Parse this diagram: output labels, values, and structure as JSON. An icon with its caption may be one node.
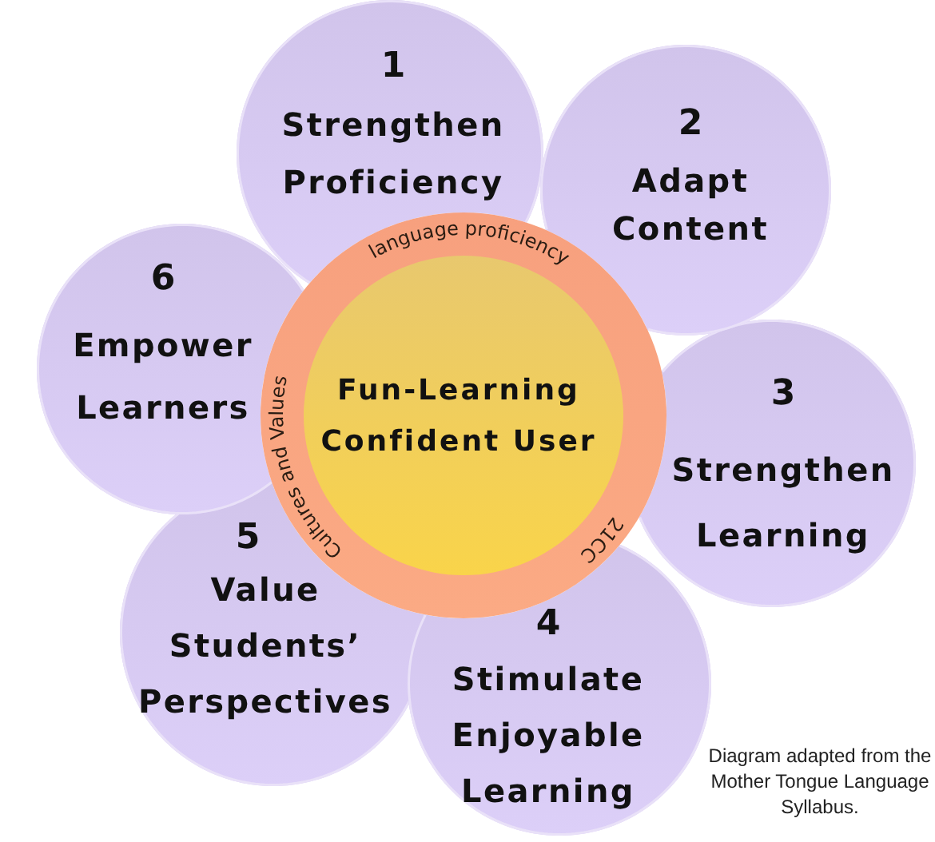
{
  "diagram": {
    "caption": "Diagram adapted from the Mother Tongue Language Syllabus.",
    "nodes": [
      {
        "text": [
          "language proficiency",
          "Cultures and Values",
          "21CC"
        ]
      },
      {
        "text": [
          "Fun-Learning Confident User"
        ],
        "in": 0
      },
      {
        "text": [
          "1",
          "Strengthen Proficiency"
        ]
      },
      {
        "text": [
          "2",
          "Adapt Content"
        ]
      },
      {
        "text": [
          "3",
          "Strengthen Learning"
        ]
      },
      {
        "text": [
          "4",
          "Stimulate Enjoyable Learning"
        ]
      },
      {
        "text": [
          "5",
          "Value Students’ Perspectives"
        ]
      },
      {
        "text": [
          "6",
          "Empower Learners"
        ]
      }
    ]
  }
}
